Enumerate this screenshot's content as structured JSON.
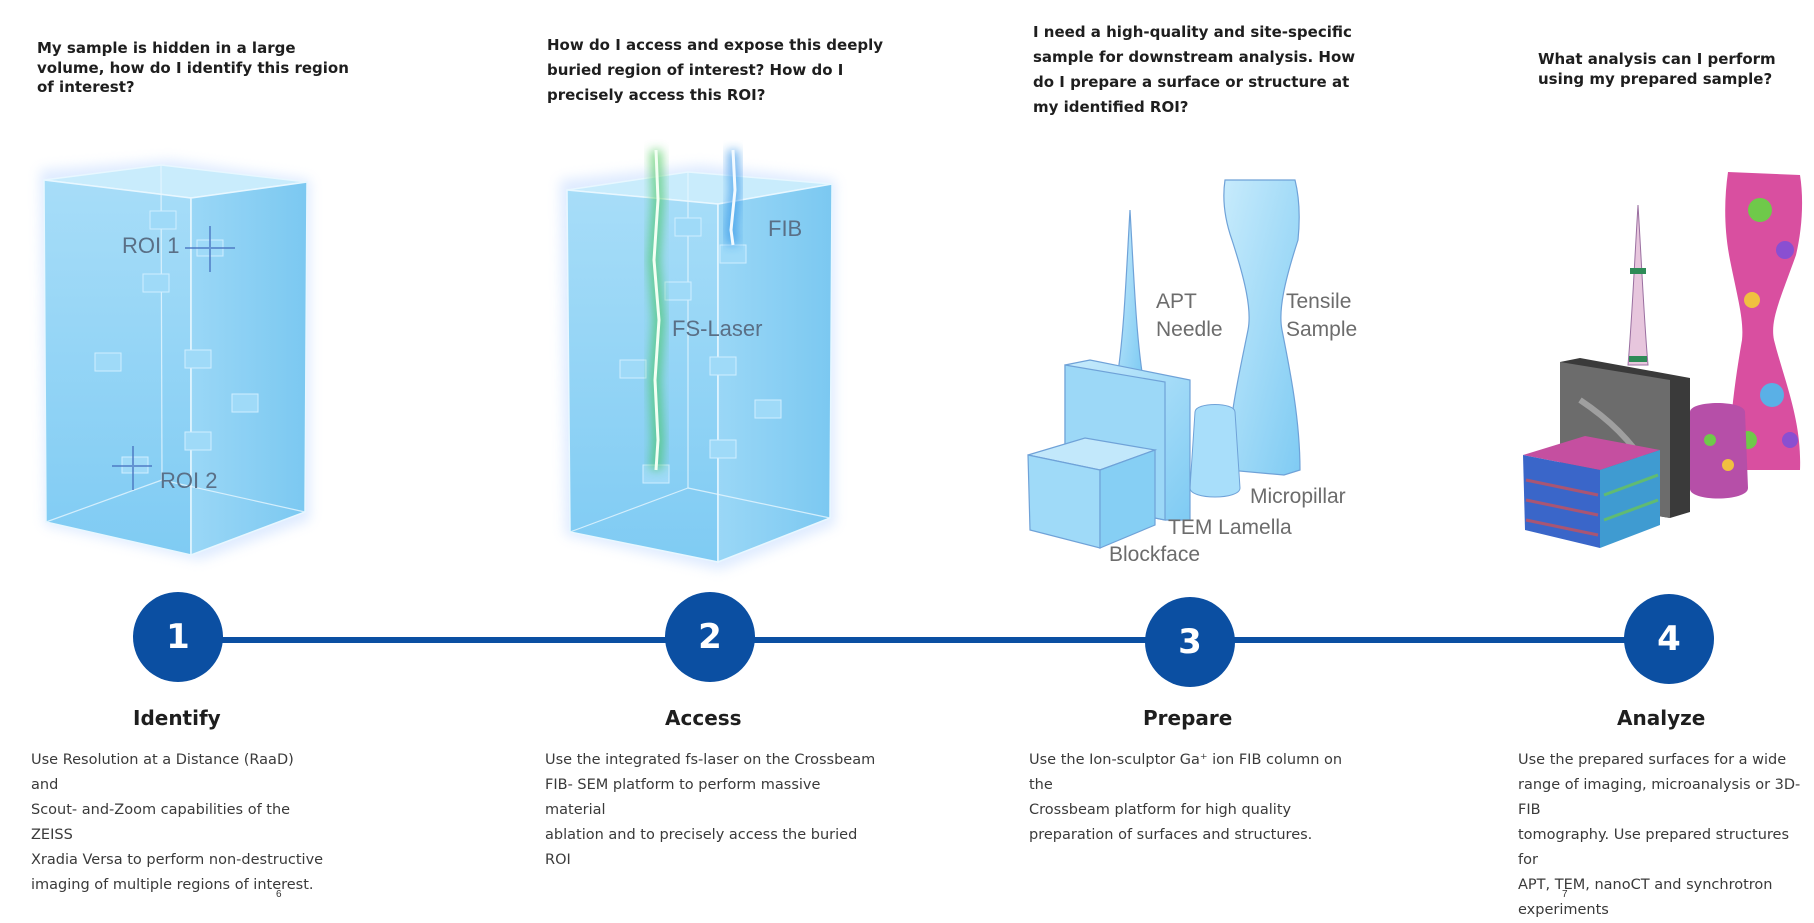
{
  "steps": [
    {
      "number": "1",
      "title": "Identify",
      "question": [
        "My sample is hidden in a large",
        "volume, how do I identify this region",
        "of interest?"
      ],
      "description": [
        "Use Resolution at a Distance (RaaD) and",
        "Scout- and-Zoom capabilities of the ZEISS",
        "Xradia Versa to perform non-destructive",
        "imaging of multiple regions of interest."
      ],
      "labels": {
        "roi1": "ROI 1",
        "roi2": "ROI 2"
      }
    },
    {
      "number": "2",
      "title": "Access",
      "question": [
        "How do I access and expose this deeply",
        "buried region of interest? How do I",
        "precisely access this ROI?"
      ],
      "description": [
        "Use the integrated fs-laser on the Crossbeam",
        "FIB- SEM platform to perform massive material",
        "ablation and to precisely access the buried ROI"
      ],
      "labels": {
        "fib": "FIB",
        "laser": "FS-Laser"
      }
    },
    {
      "number": "3",
      "title": "Prepare",
      "question": [
        "I need a high-quality and site-specific",
        "sample for downstream analysis. How",
        "do I prepare a surface or structure at",
        "my identified ROI?"
      ],
      "description": [
        "Use the Ion-sculptor Ga⁺ ion FIB column on the",
        "Crossbeam platform for high quality",
        "preparation of surfaces and structures."
      ],
      "labels": {
        "apt1": "APT",
        "apt2": "Needle",
        "tensile1": "Tensile",
        "tensile2": "Sample",
        "micropillar": "Micropillar",
        "tem": "TEM Lamella",
        "blockface": "Blockface"
      }
    },
    {
      "number": "4",
      "title": "Analyze",
      "question": [
        "What analysis can I perform",
        "using my prepared sample?"
      ],
      "description": [
        "Use the prepared surfaces for a wide",
        "range of imaging, microanalysis or 3D-FIB",
        "tomography. Use prepared structures for",
        "APT, TEM, nanoCT and synchrotron",
        "experiments"
      ]
    }
  ],
  "page_numbers": {
    "left": "6",
    "right": "7"
  },
  "colors": {
    "accent": "#0b4fa2",
    "volume": "#8fd4f7",
    "laser": "#34c24a",
    "fib": "#2c8fe6"
  }
}
